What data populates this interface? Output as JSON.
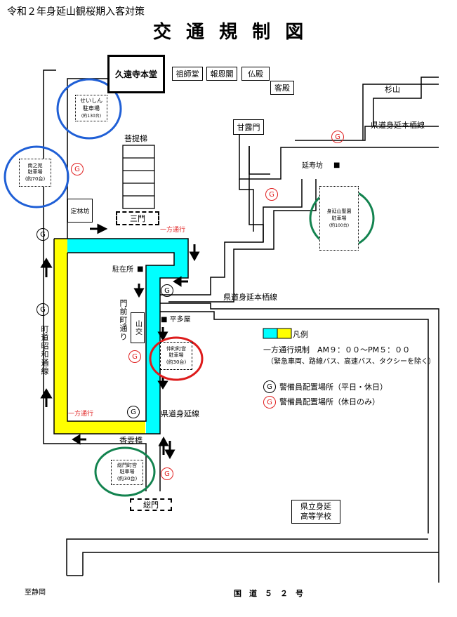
{
  "header": {
    "subtitle": "令和２年身延山観桜期入客対策",
    "title": "交 通 規 制 図"
  },
  "buildings": {
    "main_hall": "久遠寺本堂",
    "soshido": "祖師堂",
    "hoonkaku": "報恩閣",
    "butsuden": "仏殿",
    "kyakuden": "客殿",
    "kanromon": "甘露門",
    "bodai_stairs": "菩提梯",
    "sanmon": "三門",
    "sohmon": "総門",
    "jorinbo": "定林坊",
    "enjubo": "延寿坊",
    "yamako": "山交",
    "school": "県立身延\n高等学校"
  },
  "parking": {
    "seishin": {
      "name": "せいしん\n駐車場",
      "cap": "(約130台)"
    },
    "minaminoen": {
      "name": "南之苑\n駐車場\n(約70台)"
    },
    "seien": {
      "name": "身延山聖園\n駐車場",
      "cap": "(約100台)"
    },
    "nakamachi": {
      "name": "仲町町営\n駐車場\n(約30台)"
    },
    "somoncho": {
      "name": "総門町営\n駐車場\n(約30台)"
    }
  },
  "roads": {
    "sugiyama": "杉山",
    "kendo_minobu_honsei_1": "県道身延本栖線",
    "kendo_minobu_honsei_2": "県道身延本栖線",
    "kendo_minobu": "県道身延線",
    "chudo_showa": "町道昭和通線",
    "monzen": "門前町通り",
    "kokudo": "国　道　５　２　号",
    "to_shizuoka": "至静岡",
    "kouunkyo": "香雲橋",
    "chuzaisho": "駐在所",
    "hiratayaa": "■ 平多屋",
    "enjubo_marker": "■",
    "chuzaisho_marker": "■"
  },
  "oneway_labels": {
    "top": "一方通行",
    "bottom": "一方通行"
  },
  "legend": {
    "title": "凡例",
    "rule": "一方通行規制　AM９：００～PM５：００",
    "note": "（緊急車両、路線バス、高速バス、タクシーを除く）",
    "guard_all": "警備員配置場所（平日・休日）",
    "guard_holiday": "警備員配置場所（休日のみ）"
  },
  "guard_symbol": "G",
  "colors": {
    "cyan": "#00ffff",
    "yellow": "#ffff00",
    "red_mark": "#e02020",
    "blue_circle": "#1f5fd6",
    "green_circle": "#13834f",
    "red_circle": "#dd1b1b"
  }
}
